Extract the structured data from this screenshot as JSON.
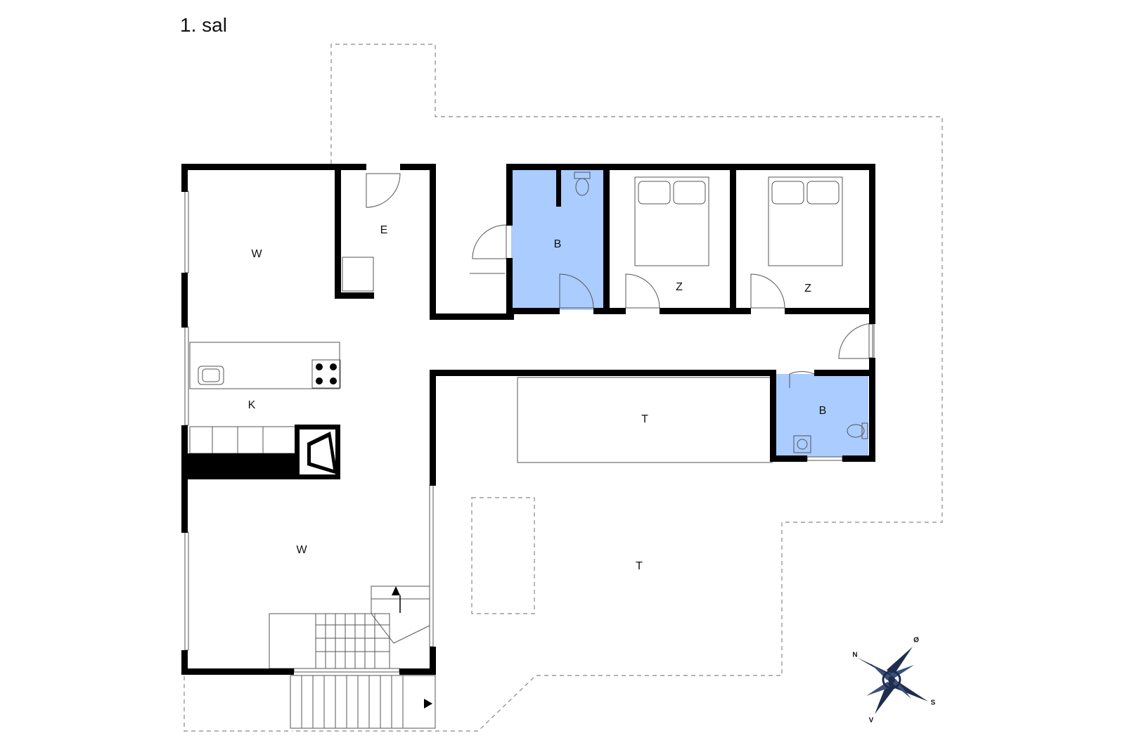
{
  "title": "1. sal",
  "colors": {
    "bathroom": "#aaccff",
    "wall": "#000000",
    "outline": "#888888",
    "compass": "#1f2d4d"
  },
  "rooms": [
    {
      "label": "W"
    },
    {
      "label": "E"
    },
    {
      "label": "B"
    },
    {
      "label": "Z"
    },
    {
      "label": "Z"
    },
    {
      "label": "K"
    },
    {
      "label": "T"
    },
    {
      "label": "B"
    },
    {
      "label": "W"
    },
    {
      "label": "T"
    }
  ],
  "compass": {
    "north": "N",
    "east": "Ø",
    "south": "S",
    "west": "V"
  }
}
